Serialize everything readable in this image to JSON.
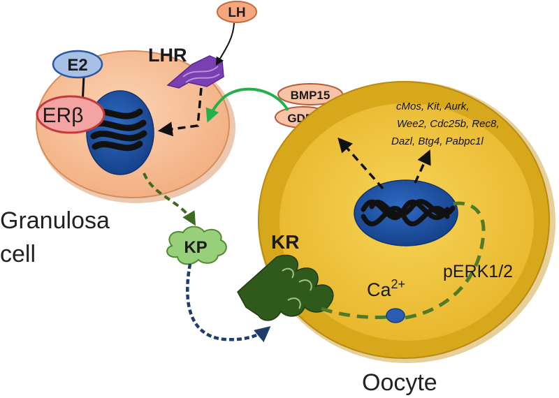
{
  "labels": {
    "lh": "LH",
    "lhr": "LHR",
    "e2": "E2",
    "er_main": "ER",
    "er_beta": "β",
    "bmp15": "BMP15",
    "gdf9": "GDF9",
    "genes_line1": "cMos, Kit, Aurk,",
    "genes_line2": "Wee2, Cdc25b, Rec8,",
    "genes_line3": "Dazl, Btg4, Pabpc1l",
    "granulosa_line1": "Granulosa",
    "granulosa_line2": "cell",
    "kp": "KP",
    "kr": "KR",
    "ca_base": "Ca",
    "ca_sup": "2+",
    "perk": "pERK1/2",
    "oocyte": "Oocyte"
  },
  "colors": {
    "granulosa_fill": "#f7bd93",
    "nucleus": "#1f55a8",
    "oocyte_outer": "#d8a81c",
    "oocyte_inner": "#f0c43a",
    "lhr_purple": "#7a3fb0",
    "green_arrow": "#22b14c",
    "dashed_green": "#4f7a2a",
    "kr_green": "#2f5a1c",
    "kp_fill": "#98cf7a",
    "er_fill": "#f4a3a3",
    "e2_fill": "#a7c1e6"
  },
  "icons": {
    "lhr_receptor": "lhr-receptor-icon",
    "kr_receptor": "kisspeptin-receptor-icon",
    "chromatin": "chromatin-icon"
  }
}
